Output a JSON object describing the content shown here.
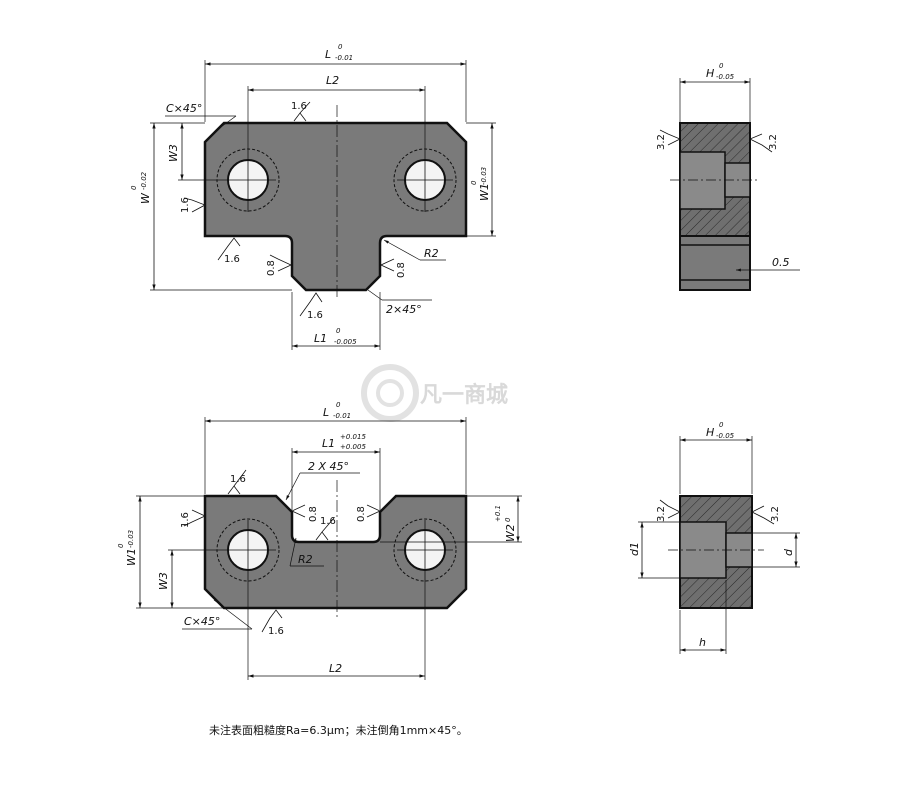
{
  "watermark": "凡一商城",
  "note": "未注表面粗糙度Ra=6.3μm；未注倒角1mm×45°。",
  "labels": {
    "L": "L",
    "L2": "L2",
    "L1": "L1",
    "W": "W",
    "W1": "W1",
    "W2": "W2",
    "W3": "W3",
    "H": "H",
    "d": "d",
    "d1": "d1",
    "h": "h",
    "R2": "R2",
    "chamfer_c": "C×45°",
    "chamfer_2": "2×45°",
    "chamfer_2x": "2 X 45°",
    "dim_05": "0.5"
  },
  "tolerances": {
    "zero": "0",
    "minus_001": "-0.01",
    "minus_0005": "-0.005",
    "minus_002": "-0.02",
    "minus_003": "-0.03",
    "minus_005": "-0.05",
    "plus_0015": "+0.015",
    "plus_0005": "+0.005",
    "plus_01": "+0.1"
  },
  "roughness": {
    "r16": "1.6",
    "r08": "0.8",
    "r32": "3.2"
  }
}
